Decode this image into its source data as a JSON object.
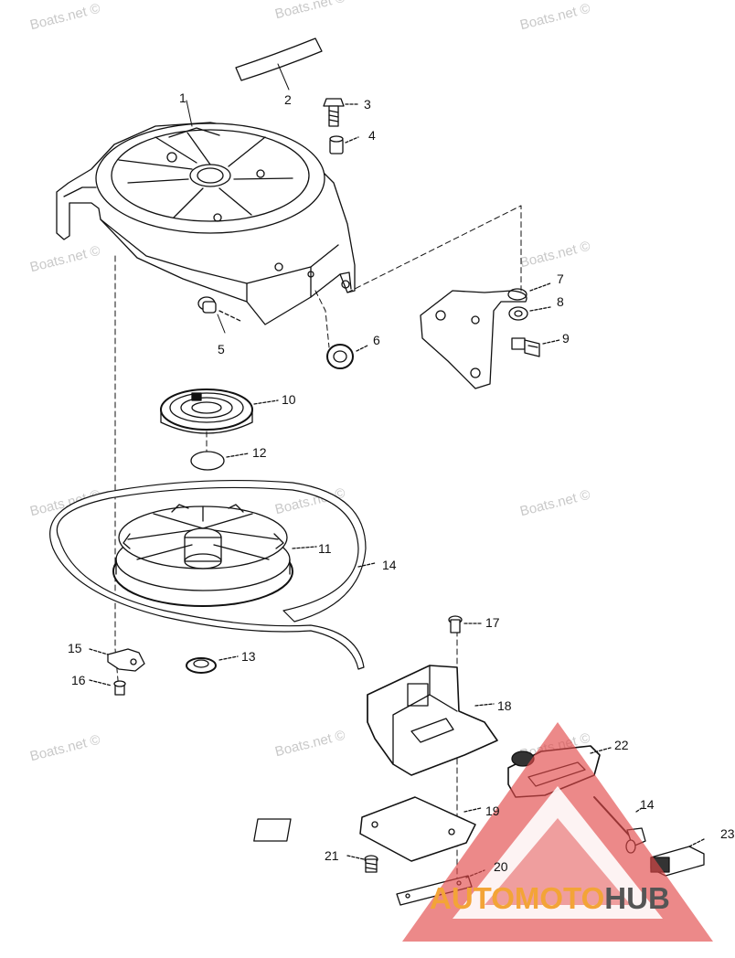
{
  "watermark": "Boats.net ©",
  "logo": {
    "part1": "AUTOMOTO",
    "part2": "HUB",
    "color1": "#f3a437",
    "color2": "#555555",
    "triangle_color": "#e24a4a"
  },
  "callouts": [
    "1",
    "2",
    "3",
    "4",
    "5",
    "6",
    "7",
    "8",
    "9",
    "10",
    "11",
    "12",
    "13",
    "14",
    "15",
    "16",
    "17",
    "18",
    "19",
    "20",
    "21",
    "22",
    "14",
    "23"
  ]
}
